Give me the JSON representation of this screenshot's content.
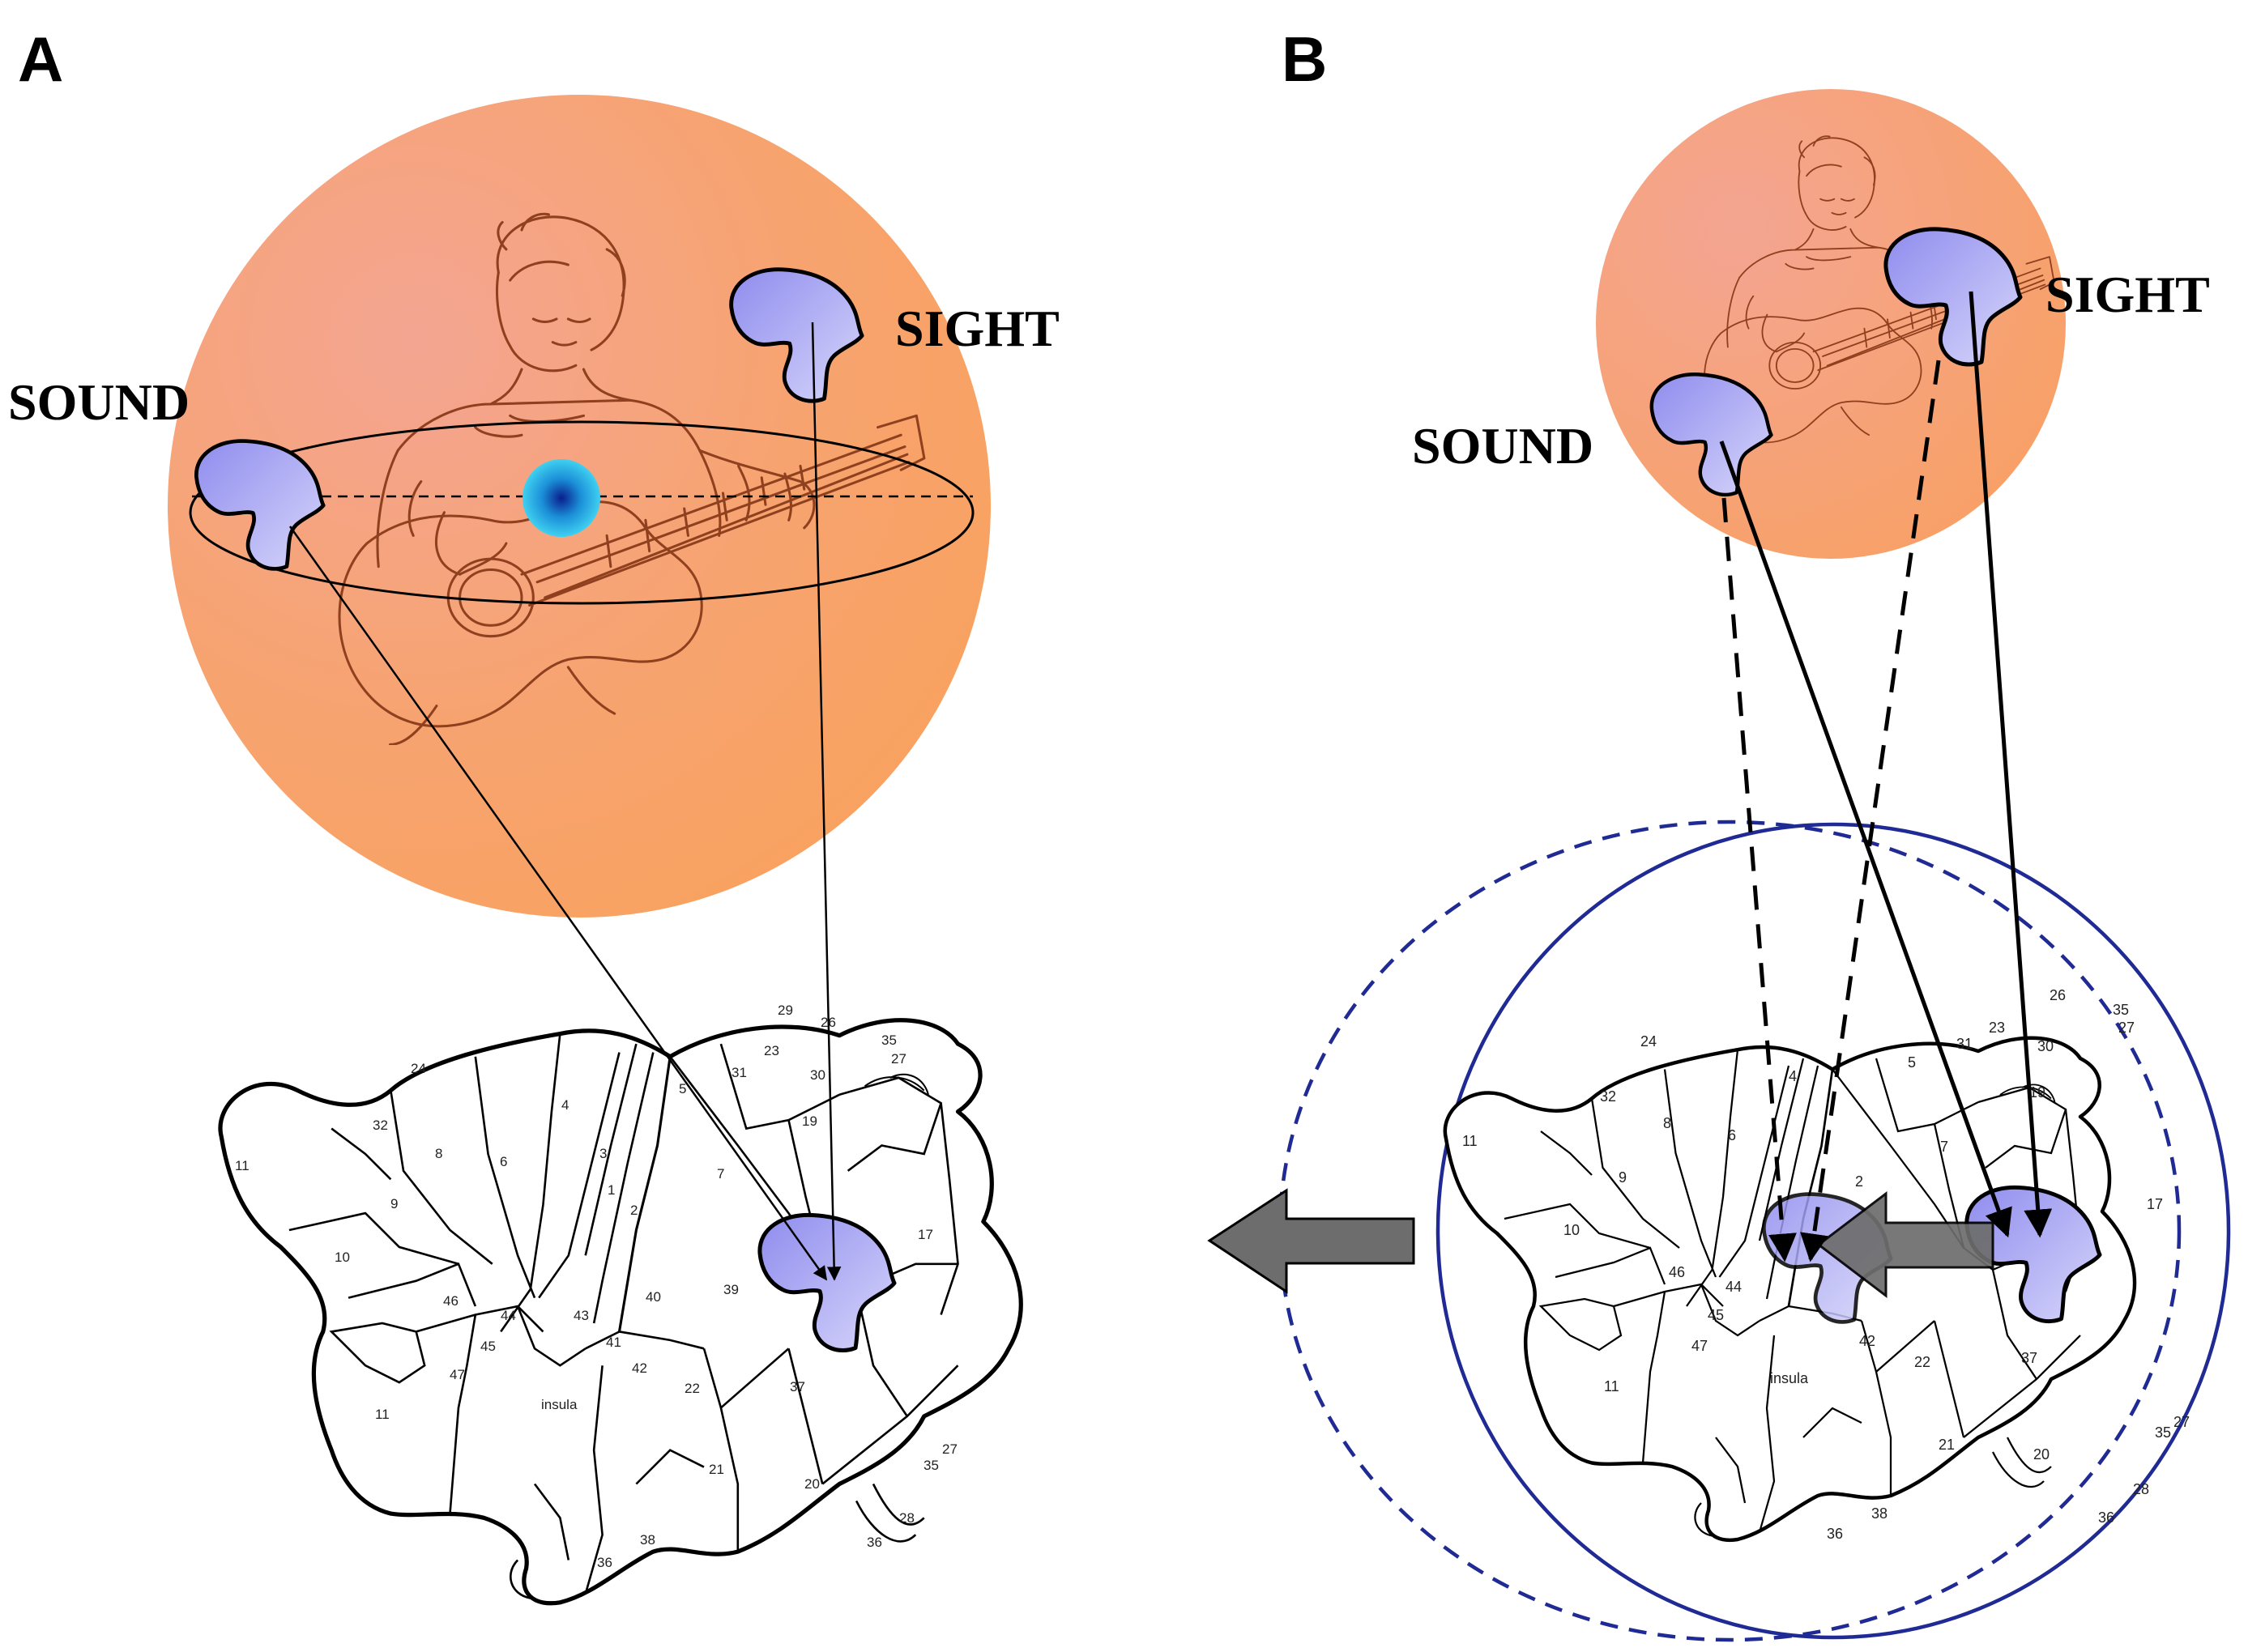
{
  "panels": {
    "a": {
      "letter": "A",
      "sound_label": "SOUND",
      "sight_label": "SIGHT",
      "brain_areas": [
        "24",
        "32",
        "8",
        "6",
        "4",
        "3",
        "1",
        "2",
        "5",
        "31",
        "23",
        "29",
        "26",
        "30",
        "35",
        "27",
        "19",
        "7",
        "17",
        "11",
        "9",
        "10",
        "46",
        "44",
        "45",
        "43",
        "41",
        "42",
        "40",
        "39",
        "47",
        "11",
        "insula",
        "22",
        "37",
        "21",
        "20",
        "27",
        "35",
        "28",
        "36",
        "38",
        "36"
      ]
    },
    "b": {
      "letter": "B",
      "sound_label": "SOUND",
      "sight_label": "SIGHT",
      "brain_areas": [
        "24",
        "32",
        "8",
        "6",
        "4",
        "5",
        "31",
        "23",
        "26",
        "35",
        "27",
        "30",
        "19",
        "2",
        "7",
        "17",
        "11",
        "9",
        "10",
        "46",
        "44",
        "45",
        "47",
        "42",
        "22",
        "37",
        "11",
        "insula",
        "21",
        "20",
        "27",
        "38",
        "36",
        "28",
        "35",
        "36"
      ]
    }
  },
  "colors": {
    "sphere_orange": "#f7a06a",
    "sphere_pink": "#f4a592",
    "patch_fill": "#a7a6f2",
    "focus_blue": "#1aa6d6",
    "circle_navy": "#1f2a94",
    "arrow_gray": "#6d6d6d"
  },
  "icons": [
    "guitar-player-sketch",
    "brain-flatmap",
    "sensory-patch",
    "focus-dot",
    "shift-arrow"
  ]
}
